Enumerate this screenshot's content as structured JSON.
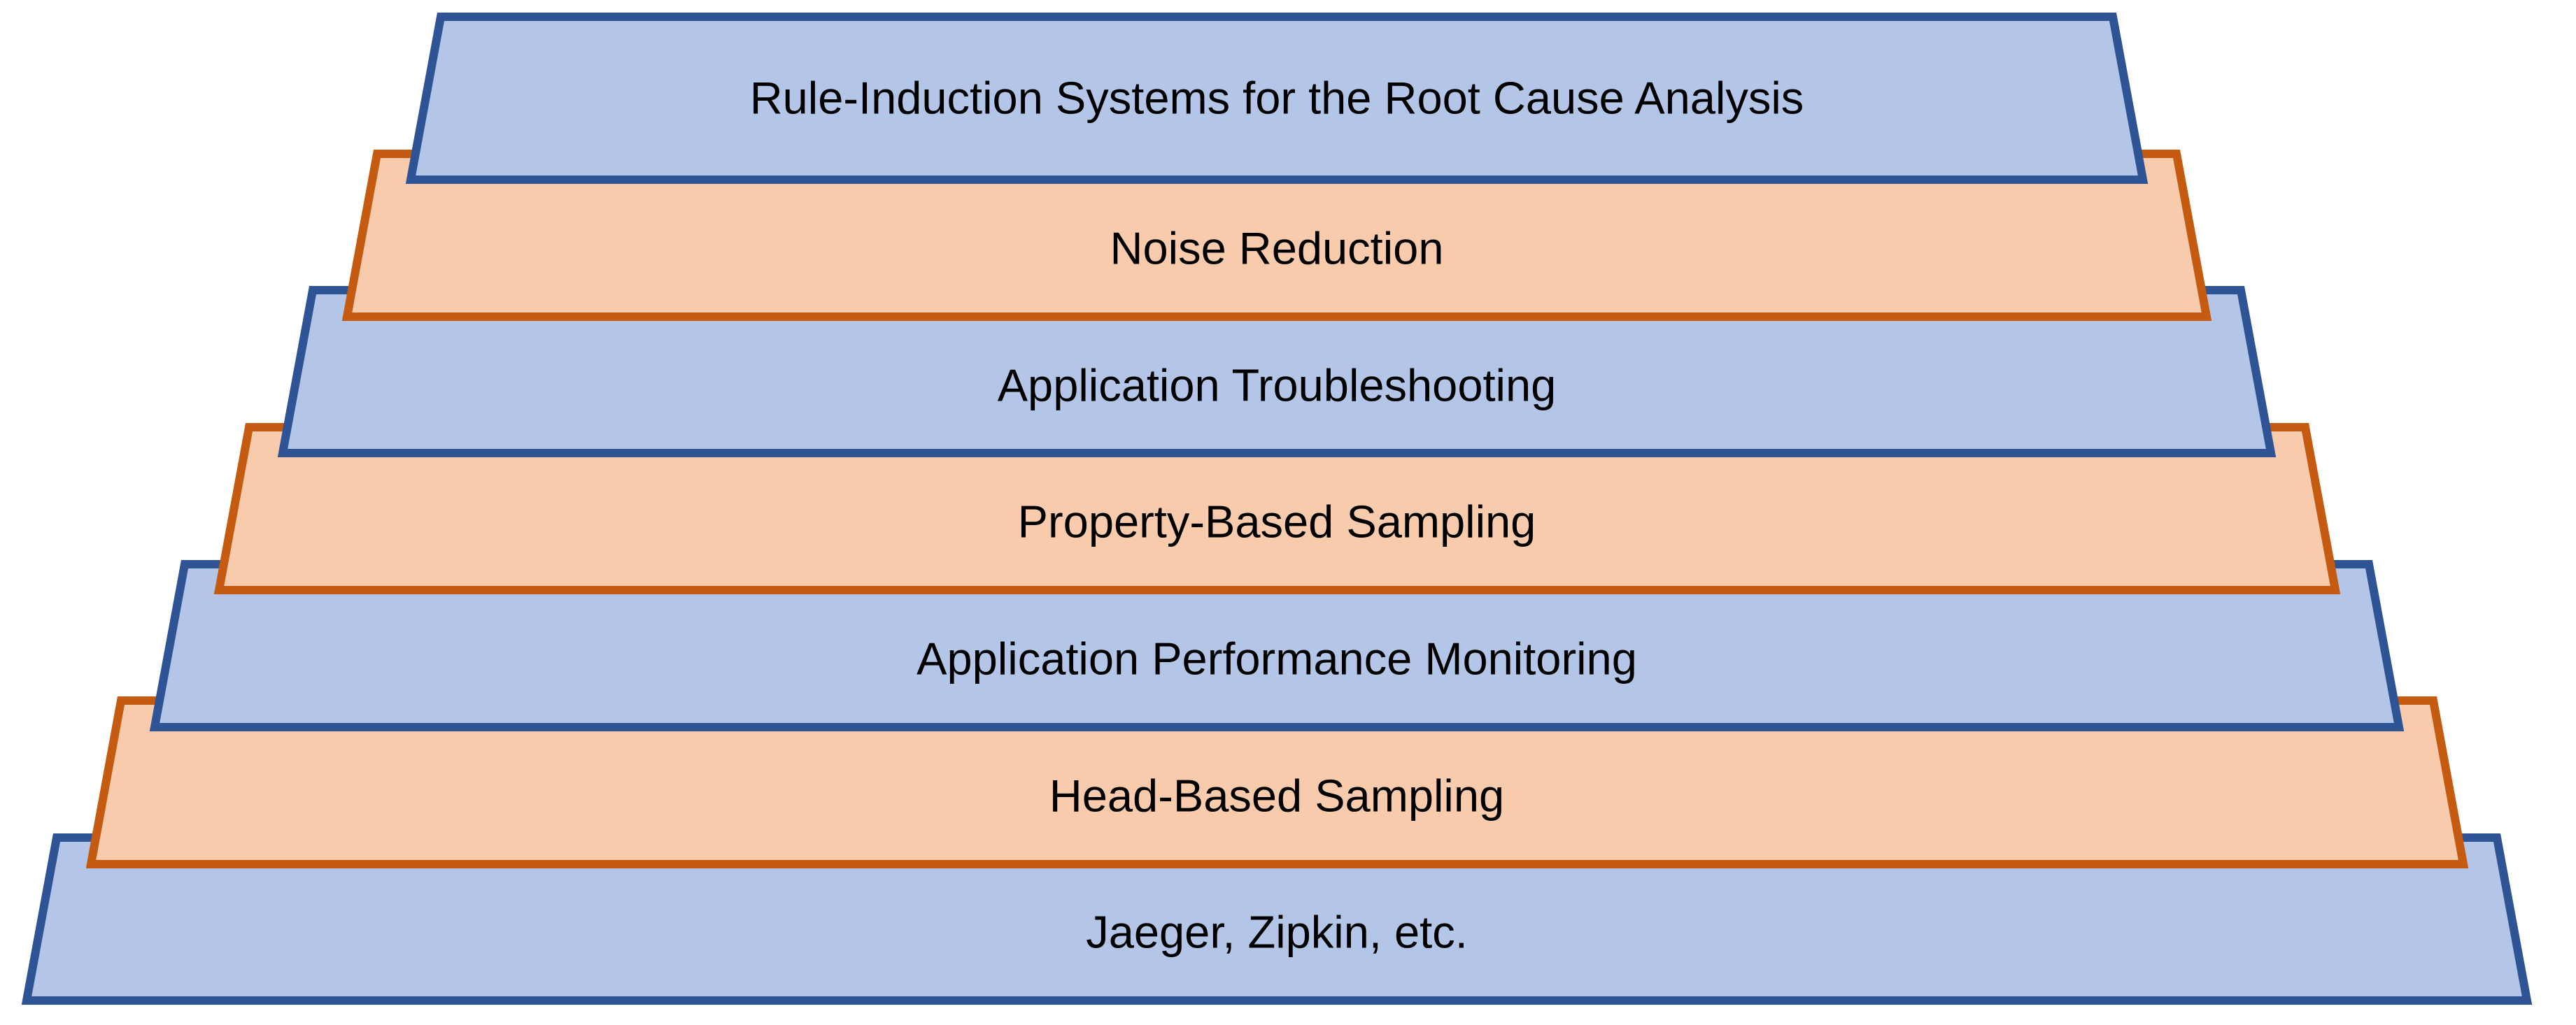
{
  "diagram": {
    "type": "pyramid",
    "levels_count": 7,
    "text_color": "#000000",
    "background_color": "#FFFFFF",
    "palette": {
      "blue_fill": "#B4C6E7",
      "blue_border": "#2F5496",
      "orange_fill": "#F8CBAD",
      "orange_border": "#C55A11"
    },
    "layers": [
      {
        "label": "Rule-Induction Systems for the Root Cause Analysis",
        "color_scheme": "blue",
        "fill": "#B4C6E7",
        "border": "#2F5496"
      },
      {
        "label": "Noise Reduction",
        "color_scheme": "orange",
        "fill": "#F8CBAD",
        "border": "#C55A11"
      },
      {
        "label": "Application Troubleshooting",
        "color_scheme": "blue",
        "fill": "#B4C6E7",
        "border": "#2F5496"
      },
      {
        "label": "Property-Based Sampling",
        "color_scheme": "orange",
        "fill": "#F8CBAD",
        "border": "#C55A11"
      },
      {
        "label": "Application Performance Monitoring",
        "color_scheme": "blue",
        "fill": "#B4C6E7",
        "border": "#2F5496"
      },
      {
        "label": "Head-Based Sampling",
        "color_scheme": "orange",
        "fill": "#F8CBAD",
        "border": "#C55A11"
      },
      {
        "label": "Jaeger, Zipkin, etc.",
        "color_scheme": "blue",
        "fill": "#B4C6E7",
        "border": "#2F5496"
      }
    ]
  }
}
